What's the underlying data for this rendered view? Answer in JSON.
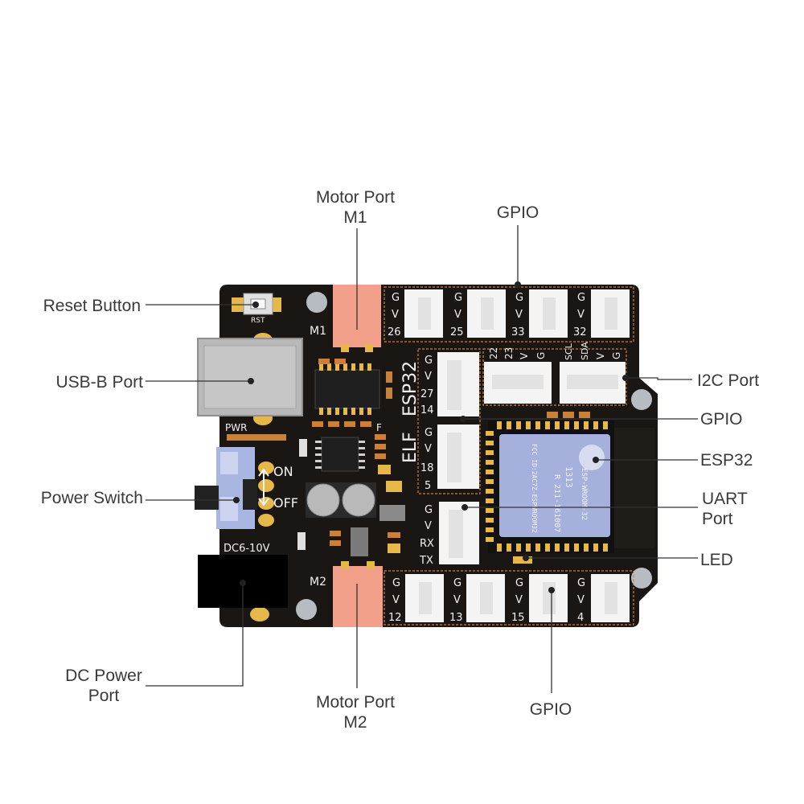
{
  "callouts": {
    "motor_m1": [
      "Motor Port",
      "M1"
    ],
    "gpio_top": "GPIO",
    "reset_button": "Reset Button",
    "usb_b_port": "USB-B Port",
    "i2c_port": "I2C Port",
    "gpio_mid": "GPIO",
    "esp32": "ESP32",
    "power_switch": "Power Switch",
    "uart_port": [
      "UART",
      "Port"
    ],
    "led": "LED",
    "dc_power_port": [
      "DC Power",
      "Port"
    ],
    "motor_m2": [
      "Motor Port",
      "M2"
    ],
    "gpio_bottom": "GPIO"
  },
  "board": {
    "rst": "RST",
    "m1": "M1",
    "m2": "M2",
    "pwr": "PWR",
    "on": "ON",
    "off": "OFF",
    "dc_rating": "DC6-10V",
    "brand": [
      "ELF",
      "ESP32"
    ],
    "f_mark": "F",
    "top_headers": [
      {
        "g": "G",
        "v": "V",
        "pin": "26"
      },
      {
        "g": "G",
        "v": "V",
        "pin": "25"
      },
      {
        "g": "G",
        "v": "V",
        "pin": "33"
      },
      {
        "g": "G",
        "v": "V",
        "pin": "32"
      }
    ],
    "bottom_headers": [
      {
        "g": "G",
        "v": "V",
        "pin": "12"
      },
      {
        "g": "G",
        "v": "V",
        "pin": "13"
      },
      {
        "g": "G",
        "v": "V",
        "pin": "15"
      },
      {
        "g": "G",
        "v": "V",
        "pin": "4"
      }
    ],
    "side_upper": [
      "G",
      "V",
      "27",
      "14"
    ],
    "side_lower": [
      "G",
      "V",
      "18",
      "5"
    ],
    "uart": [
      "G",
      "V",
      "RX",
      "TX"
    ],
    "header_22_23": [
      "22",
      "23",
      "V",
      "G"
    ],
    "header_i2c": [
      "SCL",
      "SDA",
      "V",
      "G"
    ],
    "module": [
      "ESP-WROOM-32",
      "R 211-161007",
      "FCC ID:2AC7Z-ESPWROOM32",
      "1313"
    ]
  },
  "colors": {
    "pcb": "#1a1613",
    "motor": "#f2a08a",
    "header": "#f4f4f4",
    "module_shield": "#a6b0dd",
    "pad_gold": "#e6b84a",
    "dashed_outline": "#c9813a",
    "usb_metal": "#b8b8b8",
    "switch_body": "#a9b6e2"
  }
}
